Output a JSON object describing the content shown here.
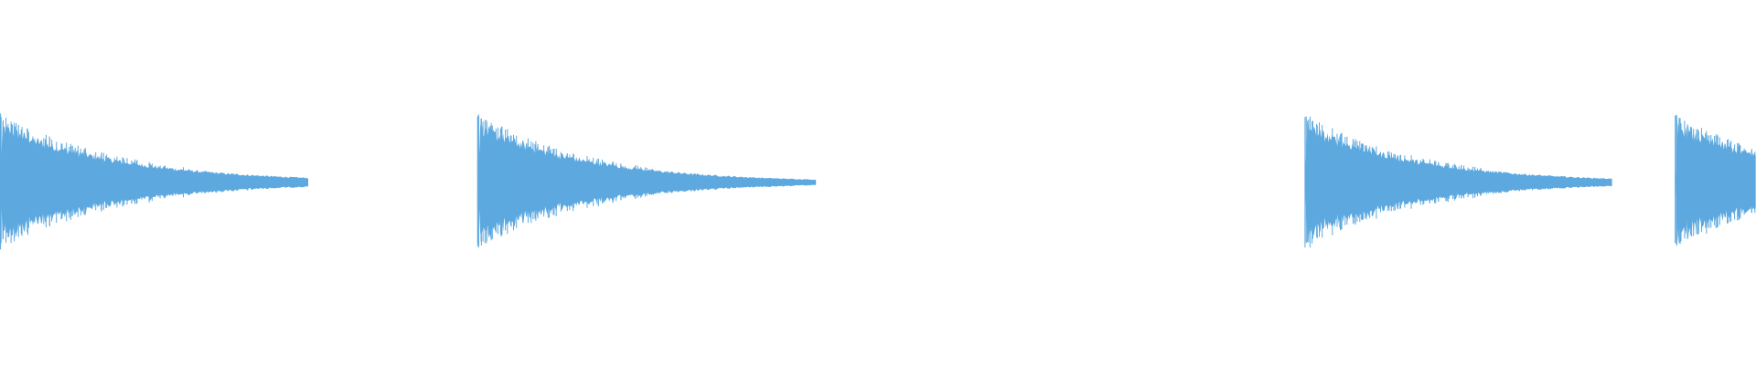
{
  "waveform": {
    "color": "#5DA9DF",
    "background": "#FFFFFF",
    "hits": [
      {
        "onset": 0.0,
        "peak": 1.0,
        "decay": 0.07,
        "tail_end": 0.176
      },
      {
        "onset": 0.272,
        "peak": 1.0,
        "decay": 0.065,
        "tail_end": 0.465
      },
      {
        "onset": 0.743,
        "peak": 1.0,
        "decay": 0.065,
        "tail_end": 0.918
      },
      {
        "onset": 0.954,
        "peak": 1.0,
        "decay": 0.065,
        "tail_end": 1.0
      }
    ]
  }
}
